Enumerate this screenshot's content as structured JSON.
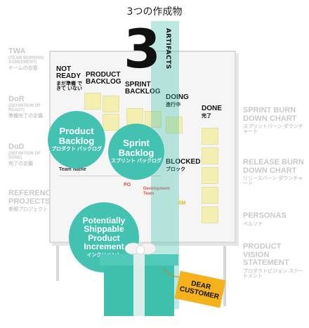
{
  "title": "3つの作成物",
  "big_number": "3",
  "artifacts_label": "ARTIFACTS",
  "left_side": [
    {
      "heading": "TWA",
      "sub": "(TEAM WORKING AGREEMENT)",
      "jp": "チームの合意"
    },
    {
      "heading": "DoR",
      "sub": "(DEFINITION OF READY)",
      "jp": "準備完了の定義"
    },
    {
      "heading": "DoD",
      "sub": "(DEFINITION OF DONE)",
      "jp": "完了の定義"
    },
    {
      "heading": "REFERENCE PROJECTS",
      "sub": "",
      "jp": "参照プロジェクト"
    }
  ],
  "right_side": [
    {
      "heading": "SPRINT BURN DOWN CHART",
      "jp": "スプリントバーン ダウンチャート"
    },
    {
      "heading": "RELEASE BURN DOWN CHART",
      "jp": "リリースバーン ダウンチャート"
    },
    {
      "heading": "PERSONAS",
      "jp": "ペルソナ"
    },
    {
      "heading": "PRODUCT VISION STATEMENT",
      "jp": "プロダクトビジョン ステートメント"
    }
  ],
  "board": {
    "columns": [
      {
        "heading": "NOT READY",
        "jp": "まだ準備 できて いない"
      },
      {
        "heading": "PRODUCT BACKLOG",
        "jp": ""
      },
      {
        "heading": "SPRINT BACKLOG",
        "jp": ""
      },
      {
        "heading": "DOING",
        "jp": "進行中"
      },
      {
        "heading": "DONE",
        "jp": "完了"
      }
    ],
    "blocked": {
      "heading": "BLOCKED",
      "jp": "ブロック"
    },
    "team_name": "Team Name",
    "po": "PO",
    "dev_team": "Development Team",
    "sm": "SM"
  },
  "circles": {
    "product_backlog": {
      "en": "Product Backlog",
      "jp": "プロダクト バックログ"
    },
    "sprint_backlog": {
      "en": "Sprint Backlog",
      "jp": "スプリント バックログ"
    },
    "increment": {
      "en": "Potentially Shippable Product Increment",
      "jp": "インクリメント"
    }
  },
  "tag": {
    "line1": "DEAR",
    "line2": "CUSTOMER"
  },
  "colors": {
    "teal": "#43c2b1",
    "note": "#f3efb0",
    "tag": "#f4b11c",
    "gray_text": "#c9c9c9"
  }
}
